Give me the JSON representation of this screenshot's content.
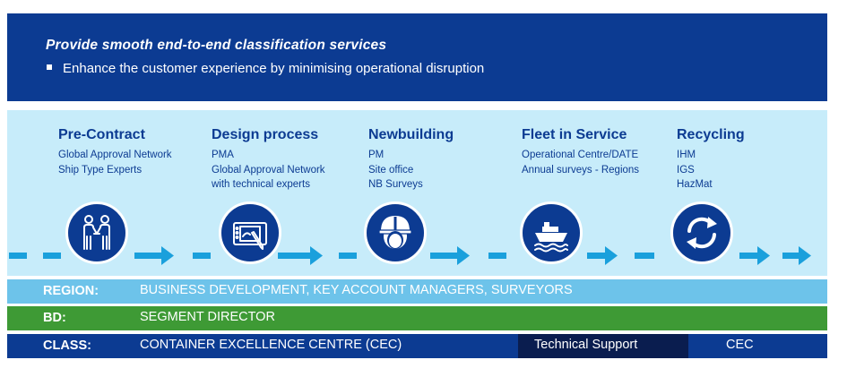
{
  "header": {
    "title": "Provide smooth end-to-end classification services",
    "bullet": "Enhance the customer experience by minimising operational disruption"
  },
  "stages": [
    {
      "title": "Pre-Contract",
      "items": [
        "Global Approval Network",
        "Ship Type Experts"
      ],
      "icon": "handshake-people-icon"
    },
    {
      "title": "Design process",
      "items": [
        "PMA",
        "Global Approval Network",
        "with technical experts"
      ],
      "icon": "drawing-tablet-icon"
    },
    {
      "title": "Newbuilding",
      "items": [
        "PM",
        "Site office",
        "NB Surveys"
      ],
      "icon": "hard-hat-worker-icon"
    },
    {
      "title": "Fleet in Service",
      "items": [
        "Operational Centre/DATE",
        "Annual surveys - Regions"
      ],
      "icon": "ship-icon"
    },
    {
      "title": "Recycling",
      "items": [
        "IHM",
        "IGS",
        "HazMat"
      ],
      "icon": "recycle-arrows-icon"
    }
  ],
  "rows": {
    "region": {
      "label": "REGION:",
      "text": "BUSINESS DEVELOPMENT, KEY ACCOUNT MANAGERS, SURVEYORS"
    },
    "bd": {
      "label": "BD:",
      "text": "SEGMENT DIRECTOR"
    },
    "class": {
      "label": "CLASS:",
      "text": "CONTAINER EXCELLENCE CENTRE (CEC)",
      "technical_support": "Technical Support",
      "cec": "CEC"
    }
  },
  "colors": {
    "navy": "#0c3b92",
    "light_band": "#c7ecfa",
    "arrow_blue": "#1aa0dc",
    "region_blue": "#6dc3ea",
    "bd_green": "#3e9a35",
    "dark_navy": "#0a1d4f"
  }
}
